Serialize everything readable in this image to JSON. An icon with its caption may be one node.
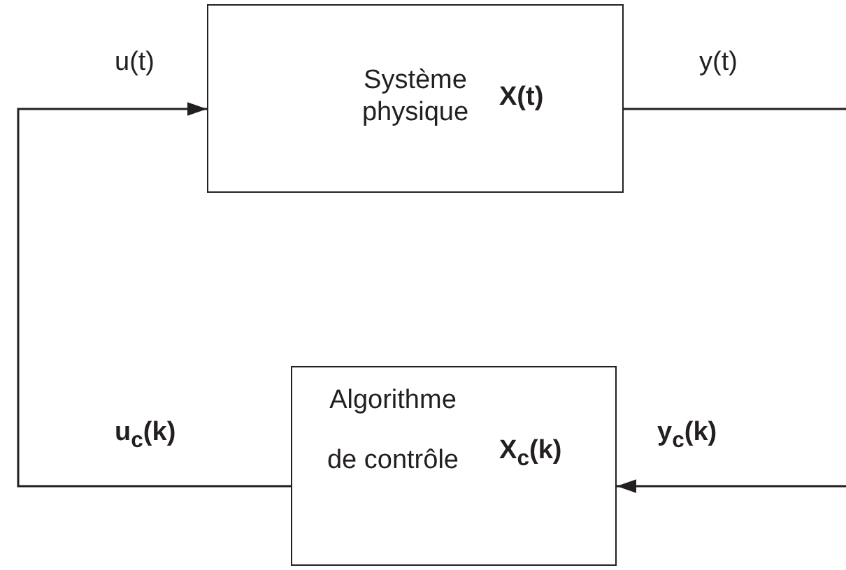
{
  "diagram": {
    "nodes": [
      {
        "text": [
          "Système physique",
          "X(t)"
        ]
      },
      {
        "text": [
          "Algorithme de contrôle",
          "X$_{c}$(k)"
        ]
      }
    ],
    "edges": [
      {
        "from": 1,
        "to": 0,
        "arrow": "to"
      },
      {
        "from": 0,
        "to": null,
        "arrow": "none",
        "label": "y(t)"
      },
      {
        "from": null,
        "to": 1,
        "arrow": "to",
        "label": "y$_{c}$(k)"
      }
    ],
    "labels": [
      "u(t)",
      "u$_{c}$(k)"
    ]
  }
}
